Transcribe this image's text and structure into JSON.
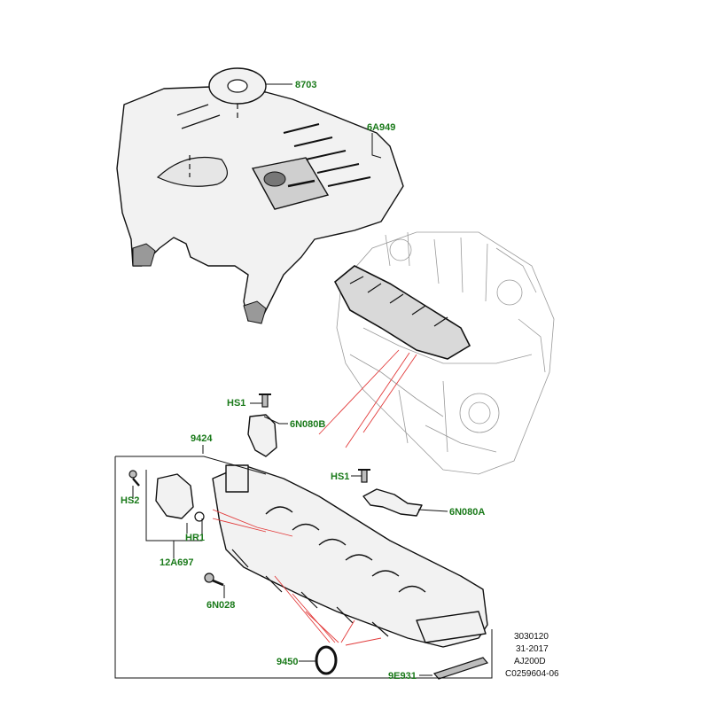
{
  "callouts": {
    "c8703": "8703",
    "c6a949": "6A949",
    "chs1_top": "HS1",
    "c6n080b": "6N080B",
    "c9424": "9424",
    "chs1_right": "HS1",
    "chs2": "HS2",
    "chr1": "HR1",
    "c12a697": "12A697",
    "c6n080a": "6N080A",
    "c6n028": "6N028",
    "c9450": "9450",
    "c9e931": "9E931"
  },
  "reference": {
    "line1": "3030120",
    "line2": "31-2017",
    "line3": "AJ200D",
    "line4": "C0259604-06"
  },
  "colors": {
    "callout_text": "#1a7a1a",
    "leader_red": "#e23b3b",
    "outline": "#111111"
  }
}
